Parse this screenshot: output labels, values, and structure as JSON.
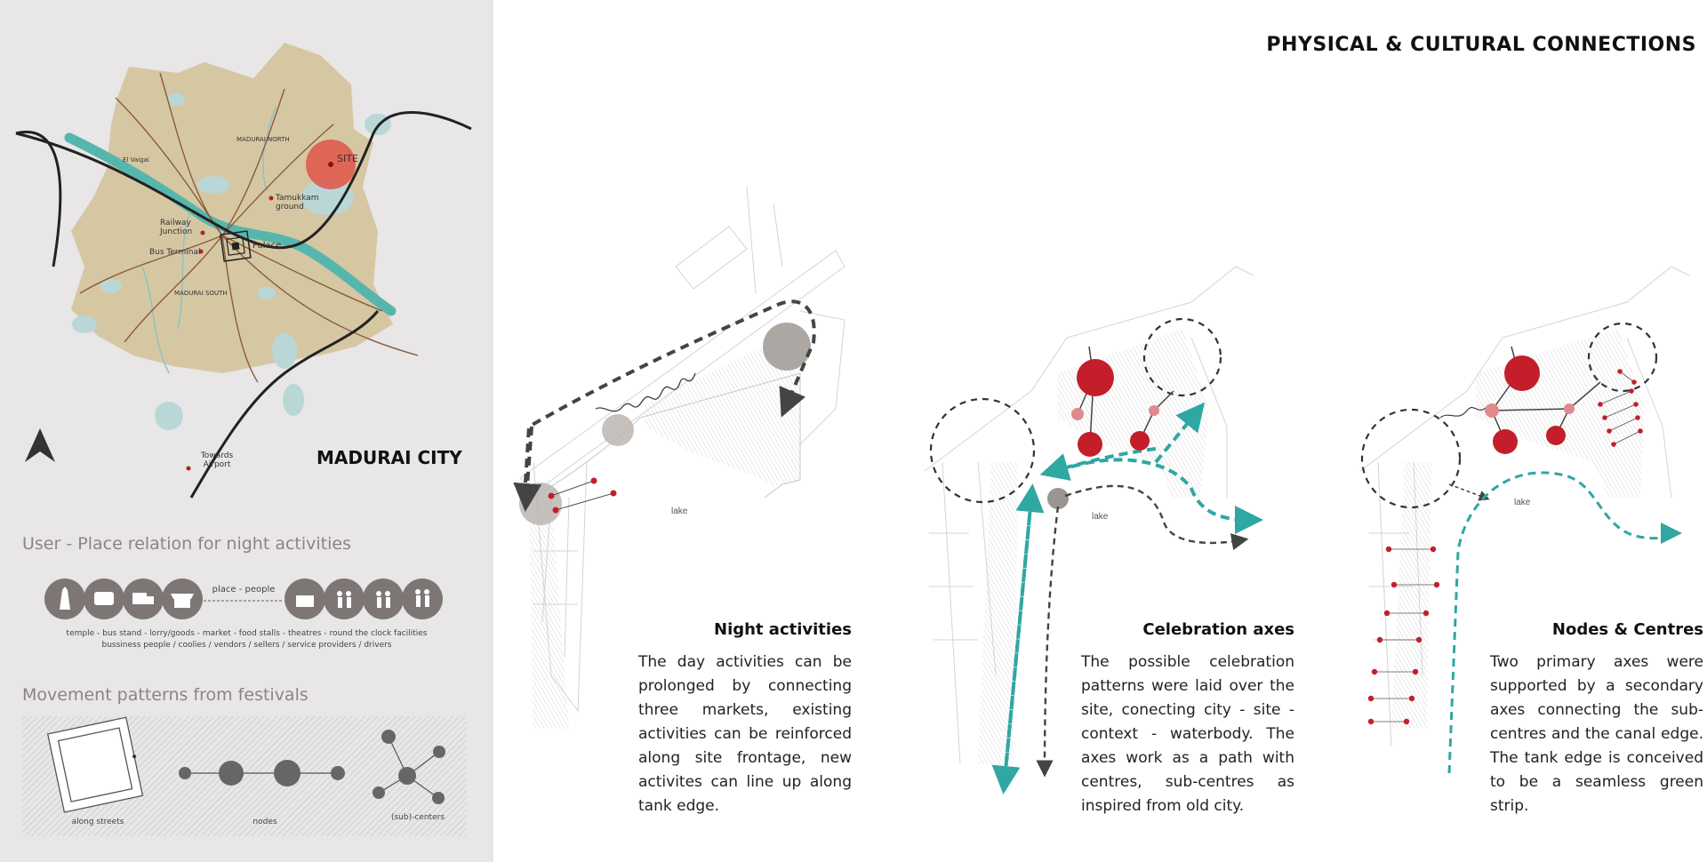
{
  "page_title": "PHYSICAL & CULTURAL CONNECTIONS",
  "city_map": {
    "title": "MADURAI CITY",
    "labels": {
      "site": "SITE",
      "madurai_north": "MADURAI NORTH",
      "madurai_south": "MADURAI SOUTH",
      "tamukkam_ground": "Tamukkam ground",
      "railway_junction": "Railway Junction",
      "bus_terminal": "Bus Terminal",
      "palace": "Palace",
      "towards_airport": "Towards Airport",
      "el_vaigai": "El Vaigai"
    }
  },
  "user_place": {
    "heading": "User - Place relation for night activities",
    "connector_label": "place - people",
    "places_line": "temple - bus stand - lorry/goods - market - food stalls - theatres - round the clock facilities",
    "people_line": "bussiness people / coolies / vendors / sellers / service providers / drivers",
    "place_icons": [
      "temple-icon",
      "bus-icon",
      "truck-icon",
      "market-stall-icon"
    ],
    "people_icons": [
      "vendor-icon",
      "family-icon",
      "people-icon",
      "couple-icon"
    ]
  },
  "movement": {
    "heading": "Movement patterns from festivals",
    "items": [
      "along streets",
      "nodes",
      "(sub)-centers"
    ]
  },
  "diagrams": [
    {
      "title": "Night activities",
      "text": "The day activities can be prolonged by connecting three markets, existing activities can be reinforced along site frontage, new activites can line up along tank edge.",
      "lake_label": "lake"
    },
    {
      "title": "Celebration axes",
      "text": "The possible celebration patterns were laid over the site, conecting city - site - context - waterbody. The axes work as a path with centres, sub-centres as inspired from old city.",
      "lake_label": "lake"
    },
    {
      "title": "Nodes & Centres",
      "text": "Two primary axes were supported by a secondary axes connecting the sub-centres and the canal edge. The tank edge is conceived to be a seamless green strip.",
      "lake_label": "lake"
    }
  ],
  "colors": {
    "city_fill": "#d6c7a3",
    "river": "#56b6ad",
    "water": "#b9d7d6",
    "node_red": "#c41e2a",
    "node_pink": "#e08a8f",
    "teal_axis": "#2fa7a3",
    "dark_axis": "#444444",
    "grey_circle": "#9b948f"
  }
}
